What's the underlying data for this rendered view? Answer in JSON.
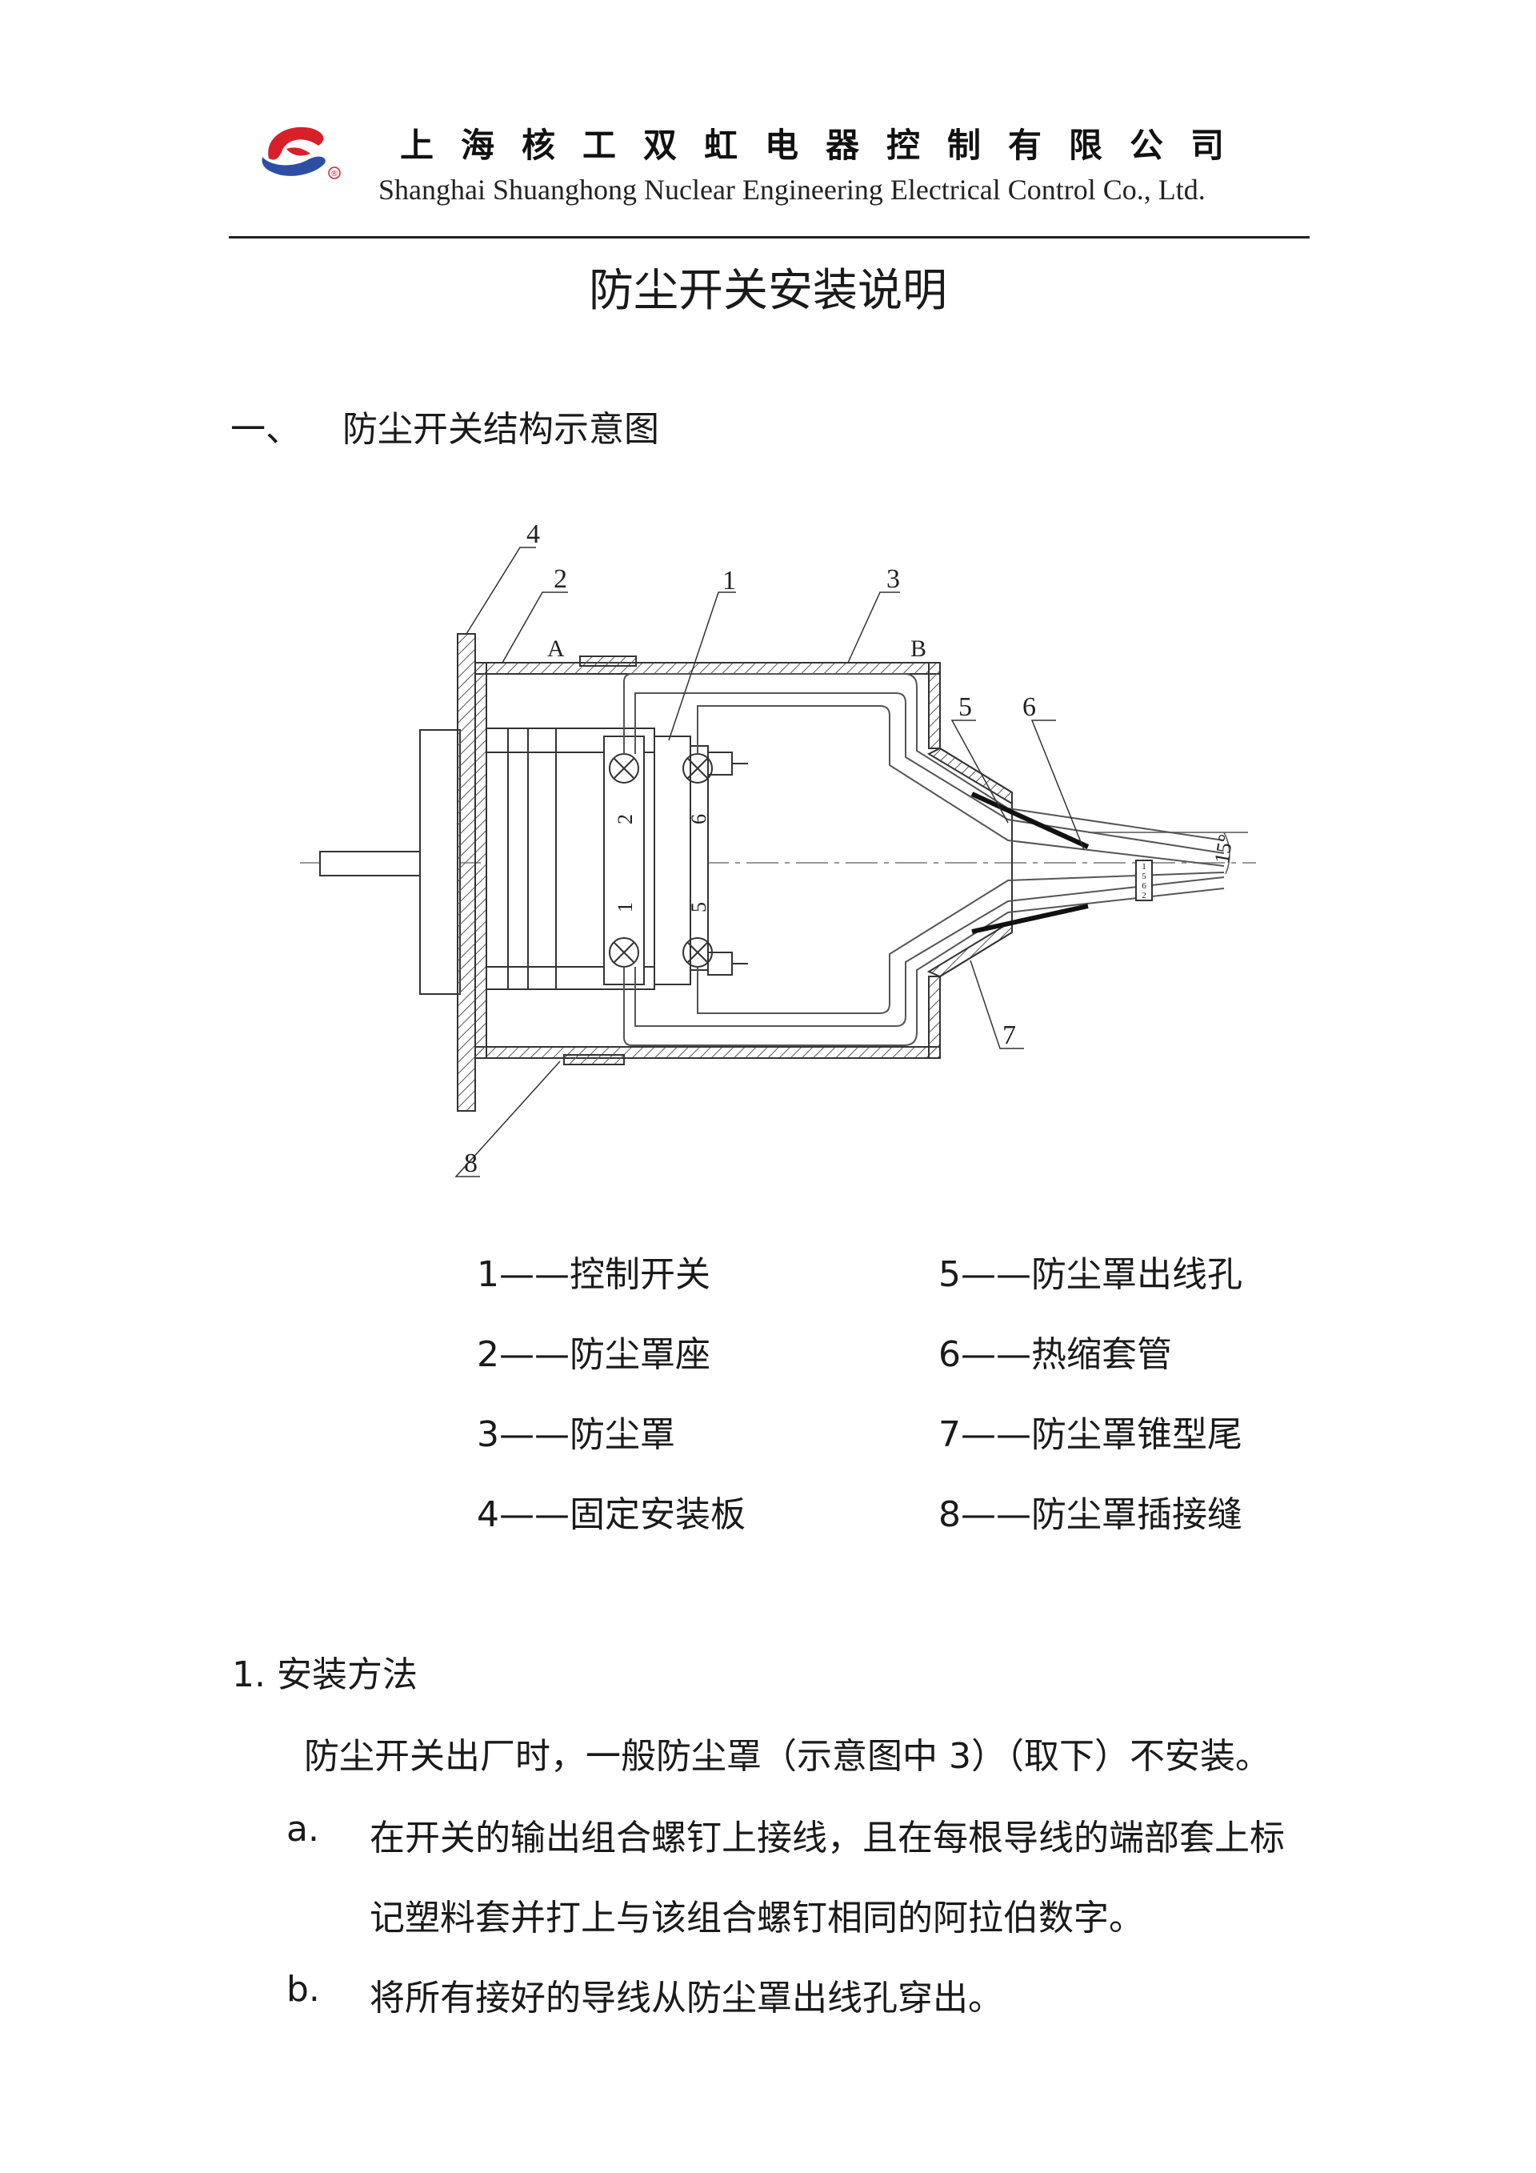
{
  "header": {
    "company_cn": "上海核工双虹电器控制有限公司",
    "company_en": "Shanghai Shuanghong Nuclear Engineering Electrical Control Co., Ltd.",
    "logo_mark": "®",
    "brand_red": "#d8202a",
    "brand_blue": "#2d4fa3"
  },
  "title": "防尘开关安装说明",
  "section1": {
    "number": "一、",
    "title": "防尘开关结构示意图"
  },
  "diagram": {
    "callouts": [
      "4",
      "2",
      "1",
      "3",
      "5",
      "6",
      "7",
      "8"
    ],
    "point_labels": [
      "A",
      "B"
    ],
    "angle": "15°",
    "switch_terminals": [
      "2",
      "6",
      "1",
      "5"
    ],
    "wire_sleeves": [
      "1",
      "5",
      "6",
      "2"
    ]
  },
  "legend": [
    {
      "text": "1——控制开关"
    },
    {
      "text": "5——防尘罩出线孔"
    },
    {
      "text": "2——防尘罩座"
    },
    {
      "text": "6——热缩套管"
    },
    {
      "text": "3——防尘罩"
    },
    {
      "text": "7——防尘罩锥型尾"
    },
    {
      "text": "4——固定安装板"
    },
    {
      "text": "8——防尘罩插接缝"
    }
  ],
  "install": {
    "heading": "1. 安装方法",
    "intro": "防尘开关出厂时，一般防尘罩（示意图中 3）（取下）不安装。",
    "items": [
      {
        "marker": "a.",
        "line1": "在开关的输出组合螺钉上接线，且在每根导线的端部套上标",
        "line2": "记塑料套并打上与该组合螺钉相同的阿拉伯数字。"
      },
      {
        "marker": "b.",
        "line1": "将所有接好的导线从防尘罩出线孔穿出。"
      }
    ]
  }
}
